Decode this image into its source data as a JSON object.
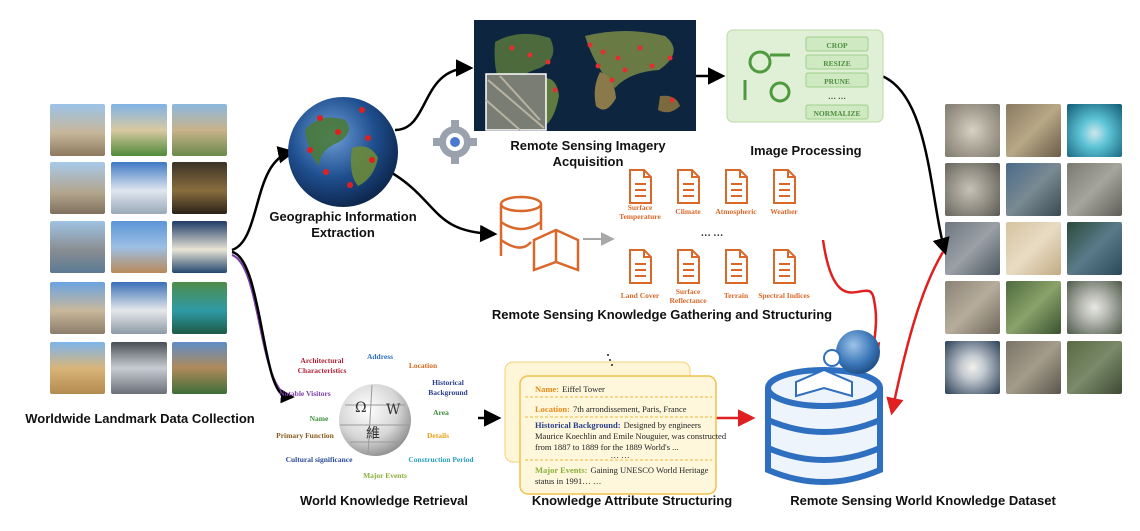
{
  "landmark_collection": {
    "title": "Worldwide Landmark Data Collection"
  },
  "geo_extraction": {
    "title_line1": "Geographic Information",
    "title_line2": "Extraction"
  },
  "rs_acquisition": {
    "title_line1": "Remote Sensing Imagery",
    "title_line2": "Acquisition"
  },
  "image_processing": {
    "title": "Image Processing",
    "steps": [
      "CROP",
      "RESIZE",
      "PRUNE",
      "… …",
      "NORMALIZE"
    ]
  },
  "rs_knowledge": {
    "title": "Remote Sensing Knowledge Gathering and Structuring",
    "docs_top": [
      [
        "Surface",
        "Temperature"
      ],
      [
        "Climate"
      ],
      [
        "Atmospheric"
      ],
      [
        "Weather"
      ]
    ],
    "docs_bottom": [
      [
        "Land Cover"
      ],
      [
        "Surface",
        "Reflectance"
      ],
      [
        "Terrain"
      ],
      [
        "Spectral Indices"
      ]
    ],
    "ellipsis": "… …"
  },
  "world_knowledge": {
    "title": "World Knowledge Retrieval",
    "attributes": [
      {
        "text": "Architectural",
        "color": "#b0243a"
      },
      {
        "text": "Characteristics",
        "color": "#b0243a"
      },
      {
        "text": "Address",
        "color": "#2f6fc0"
      },
      {
        "text": "Location",
        "color": "#d26a1c"
      },
      {
        "text": "Historical",
        "color": "#2a3e8c"
      },
      {
        "text": "Background",
        "color": "#2a3e8c"
      },
      {
        "text": "Notable Visitors",
        "color": "#7a3fa6"
      },
      {
        "text": "Area",
        "color": "#3a8c3a"
      },
      {
        "text": "Name",
        "color": "#3f8f3f"
      },
      {
        "text": "Primary Function",
        "color": "#8a5a1c"
      },
      {
        "text": "Details",
        "color": "#e6a21a"
      },
      {
        "text": "Cultural significance",
        "color": "#2a4a9a"
      },
      {
        "text": "Construction Period",
        "color": "#2aa0c0"
      },
      {
        "text": "Major Events",
        "color": "#8ab03a"
      }
    ],
    "wiki_glyphs": [
      "Ω",
      "維",
      "W"
    ]
  },
  "attr_structuring": {
    "title": "Knowledge Attribute Structuring",
    "name_key": "Name:",
    "name_val": "Eiffel Tower",
    "location_key": "Location:",
    "location_val": "7th arrondissement, Paris, France",
    "history_key": "Historical Background:",
    "history_line1": "Designed by engineers",
    "history_line2": "Maurice Koechlin and Emile Nouguier, was constructed",
    "history_line3": "from 1887 to 1889 for the 1889 World's ...",
    "ellipsis": "… …",
    "events_key": "Major Events:",
    "events_line1": "Gaining UNESCO World Heritage",
    "events_line2": "status in 1991… …"
  },
  "dataset": {
    "title": "Remote Sensing World Knowledge Dataset",
    "color": "#e02020"
  }
}
